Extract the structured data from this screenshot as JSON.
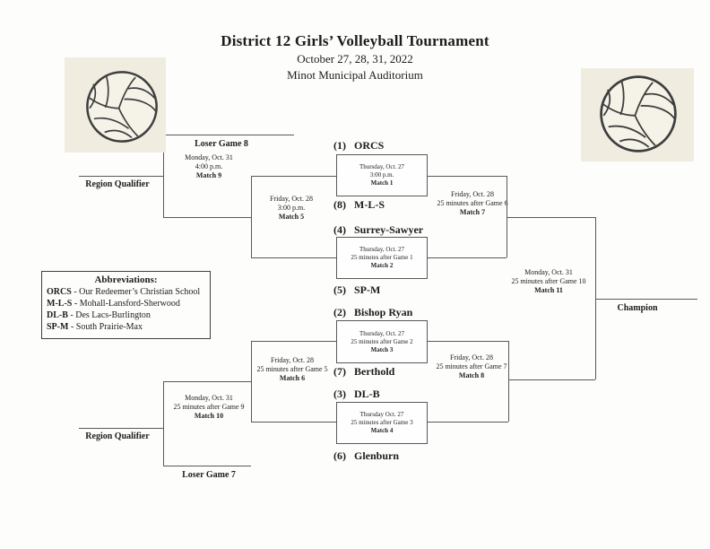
{
  "header": {
    "title": "District 12 Girls’ Volleyball Tournament",
    "dates": "October 27, 28, 31, 2022",
    "venue": "Minot Municipal Auditorium"
  },
  "labels": {
    "loser_game_8": "Loser Game 8",
    "loser_game_7": "Loser Game 7",
    "region_qualifier_top": "Region Qualifier",
    "region_qualifier_bottom": "Region Qualifier",
    "champion": "Champion"
  },
  "seeds": [
    {
      "num": "(1)",
      "name": "ORCS"
    },
    {
      "num": "(8)",
      "name": "M-L-S"
    },
    {
      "num": "(4)",
      "name": "Surrey-Sawyer"
    },
    {
      "num": "(5)",
      "name": "SP-M"
    },
    {
      "num": "(2)",
      "name": "Bishop Ryan"
    },
    {
      "num": "(7)",
      "name": "Berthold"
    },
    {
      "num": "(3)",
      "name": "DL-B"
    },
    {
      "num": "(6)",
      "name": "Glenburn"
    }
  ],
  "matches": {
    "m1": {
      "lines": [
        "Thursday, Oct. 27",
        "3:00 p.m.",
        "Match 1"
      ]
    },
    "m2": {
      "lines": [
        "Thursday, Oct. 27",
        "25 minutes after Game 1",
        "Match 2"
      ]
    },
    "m3": {
      "lines": [
        "Thursday, Oct. 27",
        "25 minutes after Game 2",
        "Match 3"
      ]
    },
    "m4": {
      "lines": [
        "Thursday Oct. 27",
        "25 minutes after Game 3",
        "Match 4"
      ]
    },
    "m5": {
      "lines": [
        "Friday, Oct. 28",
        "3:00 p.m.",
        "Match 5"
      ]
    },
    "m6": {
      "lines": [
        "Friday, Oct. 28",
        "25 minutes after Game 5",
        "Match 6"
      ]
    },
    "m7": {
      "lines": [
        "Friday, Oct. 28",
        "25 minutes after Game 6",
        "Match 7"
      ]
    },
    "m8": {
      "lines": [
        "Friday, Oct. 28",
        "25 minutes after Game 7",
        "Match 8"
      ]
    },
    "m9": {
      "lines": [
        "Monday, Oct. 31",
        "4:00 p.m.",
        "Match 9"
      ]
    },
    "m10": {
      "lines": [
        "Monday, Oct. 31",
        "25 minutes after Game 9",
        "Match 10"
      ]
    },
    "m11": {
      "lines": [
        "Monday, Oct. 31",
        "25 minutes after Game 10",
        "Match 11"
      ]
    }
  },
  "abbreviations": {
    "title": "Abbreviations:",
    "separator": " - ",
    "items": [
      {
        "abbr": "ORCS",
        "name": "Our Redeemer’s Christian School"
      },
      {
        "abbr": "M-L-S",
        "name": "Mohall-Lansford-Sherwood"
      },
      {
        "abbr": "DL-B",
        "name": "Des Lacs-Burlington"
      },
      {
        "abbr": "SP-M",
        "name": "South Prairie-Max"
      }
    ]
  },
  "icons": {
    "volleyball_left": "volleyball-icon",
    "volleyball_right": "volleyball-icon"
  },
  "colors": {
    "ink": "#1c1c1c",
    "line": "#595959",
    "ball_bg": "#f0ecdf"
  }
}
